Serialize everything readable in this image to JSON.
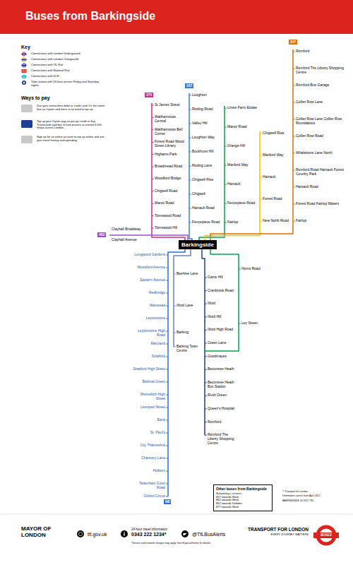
{
  "diagram": {
    "title": "Buses from Barkingside",
    "nodes": [
      {
        "text": [
          "Barkingside"
        ]
      },
      {
        "text": [
          "Other buses from Barkingside",
          "Schooldays services",
          "667 towards Ilford",
          "862 towards Ilford",
          "867 towards Debden",
          "877 towards Ilford"
        ]
      }
    ],
    "labels": [
      "Key",
      "Ways to pay",
      "Use your contactless debit or credit card. It's the same fare as Oyster and there is no need to top up.",
      "Top up your Oyster pay as you go credit or buy Travelcards and bus & tram passes at around 4,000 shops across London.",
      "Sign up for an online account to top up online and see your travel history and spending.",
      "St James Street",
      "Walthamstow Central",
      "Walthamstow Bell Corner",
      "Forest Road Wood Street Library",
      "Highams Park",
      "Broadmead Road",
      "Woodford Bridge",
      "Chigwell Road",
      "Manor Road",
      "Tomswood Road",
      "Tomswood Hill",
      "Loughton",
      "Roding Road",
      "Valley Hill",
      "Loughton Way",
      "Buckhurst Hill",
      "Roding Lane",
      "Chigwell Rise",
      "Chigwell",
      "Hainault Road",
      "Fencepiece Road",
      "Limes Farm Estate",
      "Manor Road",
      "Grange Hill",
      "Manford Way",
      "Hainault",
      "Fencepiece Road",
      "Fairlop",
      "Chigwell Row",
      "Manford Way",
      "Hainault",
      "Forest Road",
      "New North Road",
      "Romford",
      "Romford The Liberty Shopping Centre",
      "Romford Bus Garage",
      "Collier Row Lane",
      "Collier Row Lane Collier Row Roundabout",
      "Collier Row Road",
      "Whalebone Lane North",
      "Romford Road Hainault Forest Country Park",
      "Hainault Road",
      "Forest Road Fairlop Waters",
      "Fairlop",
      "Clayhall Broadway",
      "Clayhall Avenue",
      "Longwood Gardens",
      "Woodford Avenue",
      "Eastern Avenue",
      "Redbridge",
      "Wanstead",
      "Leytonstone",
      "Leytonstone High Road",
      "Maryland",
      "Stratford",
      "Stratford High Street",
      "Bethnal Green",
      "Shoreditch High Street",
      "Liverpool Street",
      "Bank",
      "St. Paul's",
      "City Thameslink",
      "Chancery Lane",
      "Holborn",
      "Tottenham Court Road",
      "Oxford Circus",
      "Beehive Lane",
      "Ilford Lane",
      "Barking",
      "Barking Town Centre",
      "Gants Hill",
      "Cranbrook Road",
      "Ilford",
      "Ilford Hill",
      "Ilford High Road",
      "Green Lane",
      "Goodmayes",
      "Becontree Heath",
      "Becontree Heath Bus Station",
      "Rush Green",
      "Queen's Hospital",
      "Romford",
      "Romford The Liberty Shopping Centre",
      "Horns Road",
      "Ley Street",
      "275",
      "167",
      "247",
      "462",
      "N8",
      "© Transport for London",
      "Information correct from April 2017",
      "BARKINGSIDE 04 0517 TFL",
      "MAYOR OF LONDON",
      "tfl.gov.uk",
      "24 hour travel information",
      "0343 222 1234*",
      "*Service and network charges may apply. See tfl.gov.uk/terms for details.",
      "@TfLBusAlerts",
      "BUSES",
      "TRANSPORT FOR LONDON",
      "EVERY JOURNEY MATTERS"
    ],
    "legend": [
      {
        "text": "Connections with London Underground"
      },
      {
        "text": "Connections with London Overground"
      },
      {
        "text": "Connections with TfL Rail"
      },
      {
        "text": "Connections with National Rail"
      },
      {
        "text": "Connections with DLR"
      },
      {
        "text": "Tube station with 24-hour service Friday and Saturday nights"
      }
    ]
  }
}
